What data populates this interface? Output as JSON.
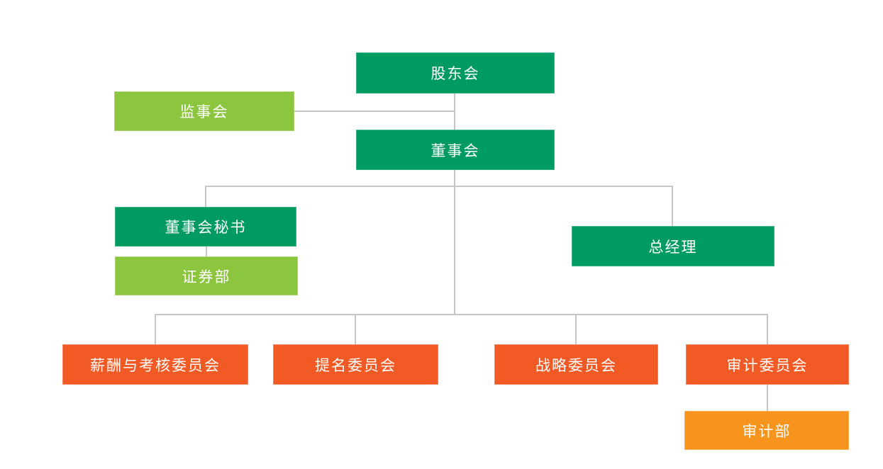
{
  "diagram": {
    "type": "org-chart",
    "title": "",
    "colors": {
      "primary_green": "#009B62",
      "light_green": "#8CC63F",
      "orange": "#F15A24",
      "amber": "#F7941D",
      "connector": "#C6C6C6",
      "text": "#FFFFFF",
      "background": "#FFFFFF"
    },
    "nodes": {
      "shareholders": {
        "label": "股东会",
        "color": "#009B62"
      },
      "supervisory": {
        "label": "监事会",
        "color": "#8CC63F"
      },
      "board": {
        "label": "董事会",
        "color": "#009B62"
      },
      "secretary": {
        "label": "董事会秘书",
        "color": "#009B62"
      },
      "securities": {
        "label": "证券部",
        "color": "#8CC63F"
      },
      "gm": {
        "label": "总经理",
        "color": "#009B62"
      },
      "remuneration": {
        "label": "薪酬与考核委员会",
        "color": "#F15A24"
      },
      "nomination": {
        "label": "提名委员会",
        "color": "#F15A24"
      },
      "strategy": {
        "label": "战略委员会",
        "color": "#F15A24"
      },
      "audit_committee": {
        "label": "审计委员会",
        "color": "#F15A24"
      },
      "audit_dept": {
        "label": "审计部",
        "color": "#F7941D"
      }
    },
    "edges": [
      {
        "from": "shareholders",
        "to": "board"
      },
      {
        "from": "supervisory",
        "to": "shareholders",
        "style": "lateral"
      },
      {
        "from": "board",
        "to": "secretary"
      },
      {
        "from": "secretary",
        "to": "securities"
      },
      {
        "from": "board",
        "to": "gm"
      },
      {
        "from": "board",
        "to": "remuneration"
      },
      {
        "from": "board",
        "to": "nomination"
      },
      {
        "from": "board",
        "to": "strategy"
      },
      {
        "from": "board",
        "to": "audit_committee"
      },
      {
        "from": "audit_committee",
        "to": "audit_dept"
      }
    ]
  }
}
